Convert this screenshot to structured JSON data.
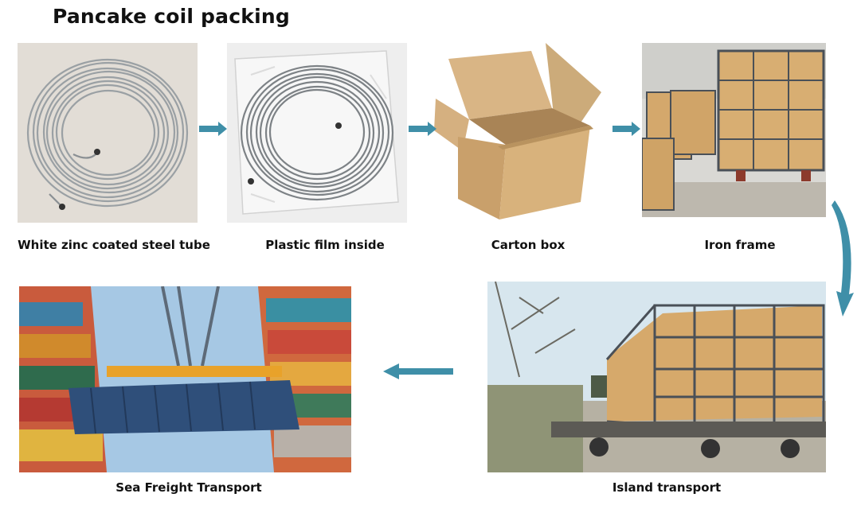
{
  "title": "Pancake coil packing",
  "steps": [
    {
      "label": "White zinc coated steel tube"
    },
    {
      "label": "Plastic film inside"
    },
    {
      "label": "Carton box"
    },
    {
      "label": "Iron frame"
    },
    {
      "label": "Island transport"
    },
    {
      "label": "Sea Freight Transport"
    }
  ],
  "colors": {
    "arrow": "#3f8fa8",
    "carton": "#c9a06b",
    "container": "#2f4f7a"
  }
}
